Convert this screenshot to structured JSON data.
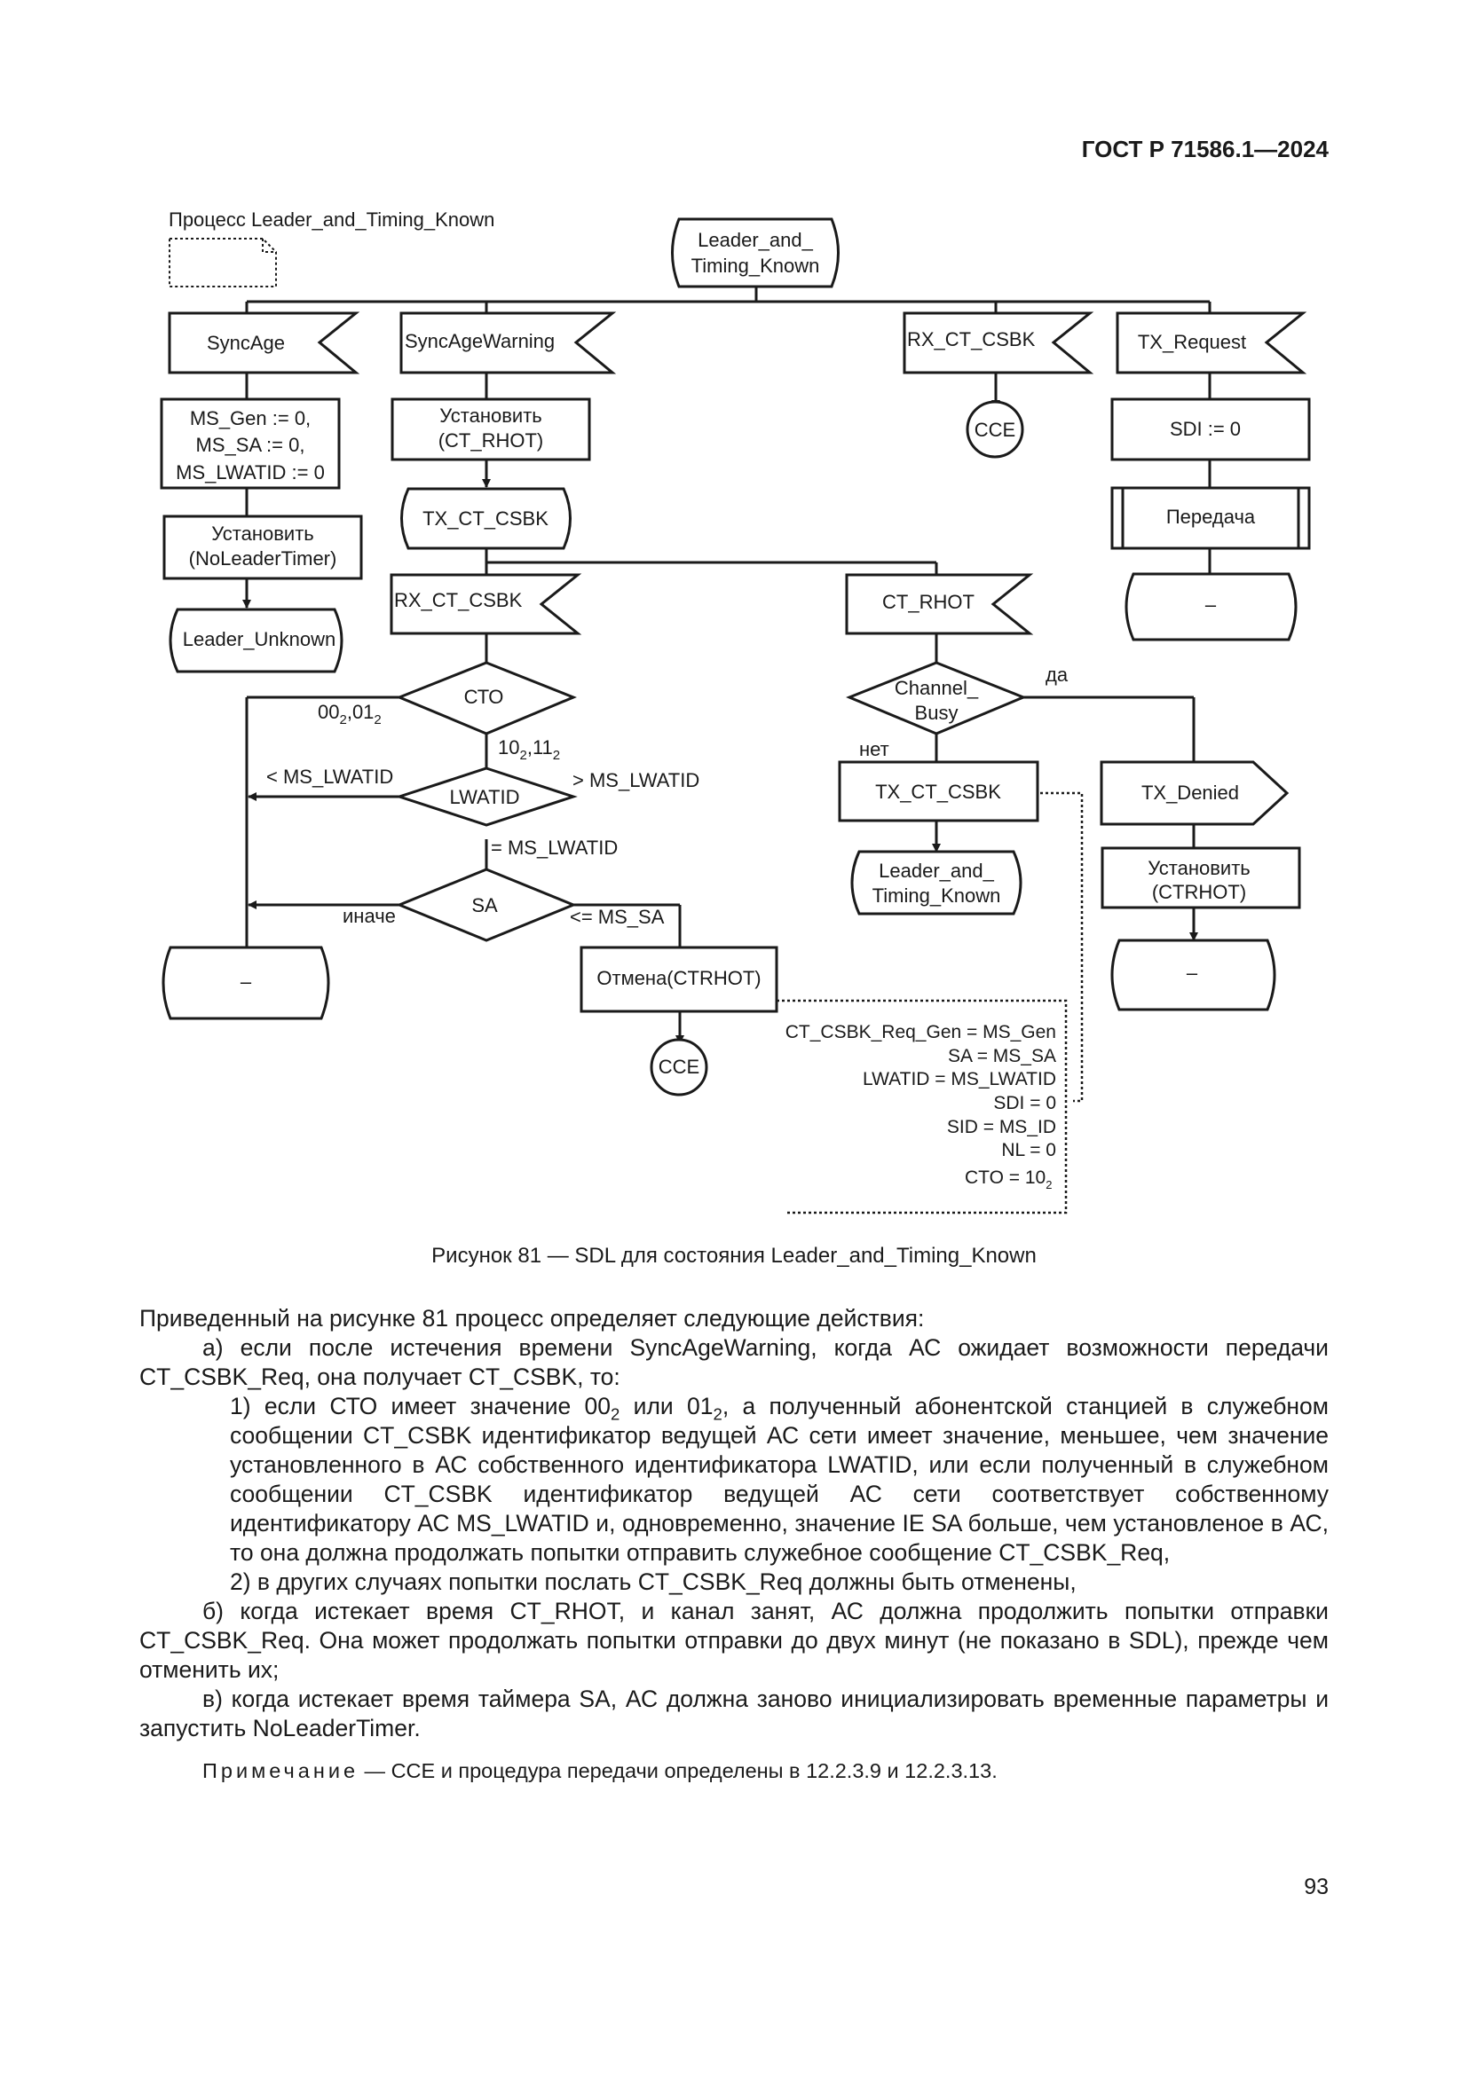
{
  "header": {
    "standard": "ГОСТ Р 71586.1—2024"
  },
  "diagram": {
    "process_label": "Процесс Leader_and_Timing_Known",
    "start_state": [
      "Leader_and_",
      "Timing_Known"
    ],
    "signals": {
      "sync_age": "SyncAge",
      "sync_age_warning": "SyncAgeWarning",
      "rx_ct_csbk_top": "RX_CT_CSBK",
      "tx_request": "TX_Request",
      "rx_ct_csbk_mid": "RX_CT_CSBK",
      "ct_rhot": "CT_RHOT",
      "tx_denied": "TX_Denied"
    },
    "tasks": {
      "ms_init": [
        "MS_Gen := 0,",
        "MS_SA := 0,",
        "MS_LWATID := 0"
      ],
      "set_no_leader": [
        "Установить",
        "(NoLeaderTimer)"
      ],
      "set_ct_rhot": [
        "Установить",
        "(CT_RHOT)"
      ],
      "sdi_init": "SDI := 0",
      "transmit": "Передача",
      "tx_ct_csbk_right": "TX_CT_CSBK",
      "set_ctrhot": [
        "Установить",
        "(CTRHOT)"
      ],
      "cancel_ctrhot": "Отмена(CTRHOT)"
    },
    "states": {
      "tx_ct_csbk": "TX_CT_CSBK",
      "leader_unknown": "Leader_Unknown",
      "dash_a": "–",
      "dash_b": "–",
      "dash_c": "–",
      "leader_timing_known": [
        "Leader_and_",
        "Timing_Known"
      ]
    },
    "connectors": {
      "cce_top": "CCE",
      "cce_bottom": "CCE"
    },
    "decisions": {
      "cto": "СТО",
      "lwatid": "LWATID",
      "sa": "SA",
      "channel_busy": [
        "Channel_",
        "Busy"
      ]
    },
    "branch_labels": {
      "cto_00_01": {
        "a": "00",
        "a_sub": "2",
        "sep": ",01",
        "b_sub": "2"
      },
      "cto_10_11": {
        "a": "10",
        "a_sub": "2",
        "sep": ",11",
        "b_sub": "2"
      },
      "lt_ms_lwatid": "< MS_LWATID",
      "gt_ms_lwatid": "> MS_LWATID",
      "eq_ms_lwatid": "= MS_LWATID",
      "else": "иначе",
      "le_ms_sa": "<= MS_SA",
      "yes": "да",
      "no": "нет"
    },
    "parameters": [
      "CT_CSBK_Req_Gen = MS_Gen",
      "SA = MS_SA",
      "LWATID = MS_LWATID",
      "SDI = 0",
      "SID = MS_ID",
      "NL = 0"
    ],
    "parameter_cto": {
      "text": "CTO = 10",
      "sub": "2"
    }
  },
  "caption": "Рисунок 81 — SDL для состояния Leader_and_Timing_Known",
  "body": {
    "intro": "Приведенный на рисунке 81 процесс определяет следующие действия:",
    "item_a": "а) если после истечения времени SyncAgeWarning, когда АС ожидает возможности передачи CT_CSBK_Req, она получает CT_CSBK, то:",
    "item_a1": {
      "p1": "1) если СТО имеет значение 00",
      "s1": "2",
      "p2": " или 01",
      "s2": "2",
      "p3": ", а полученный абонентской станцией в служебном сообщении CT_CSBK идентификатор ведущей АС сети имеет значение, меньшее, чем значение установленного в АС собственного идентификатора LWATID, или если полученный в служебном сообщении CT_CSBK идентификатор ведущей АС сети соответствует собственному идентификатору АС MS_LWATID и, одновременно, значение IE SA больше, чем установленое в АС, то она должна продолжать попытки отправить служебное сообщение CT_CSBK_Req,"
    },
    "item_a2": "2) в других случаях попытки послать CT_CSBK_Req должны быть отменены,",
    "item_b": "б) когда истекает время CT_RHOT, и канал занят, АС должна продолжить попытки отправки CT_CSBK_Req. Она может продолжать попытки отправки до двух минут (не показано в SDL), прежде чем отменить их;",
    "item_c": "в) когда истекает время таймера SA, АС должна заново инициализировать временные параметры и запустить NoLeaderTimer."
  },
  "note": {
    "label": "Примечание",
    "text": " — ССЕ и процедура передачи определены в 12.2.3.9 и 12.2.3.13."
  },
  "page_number": "93"
}
